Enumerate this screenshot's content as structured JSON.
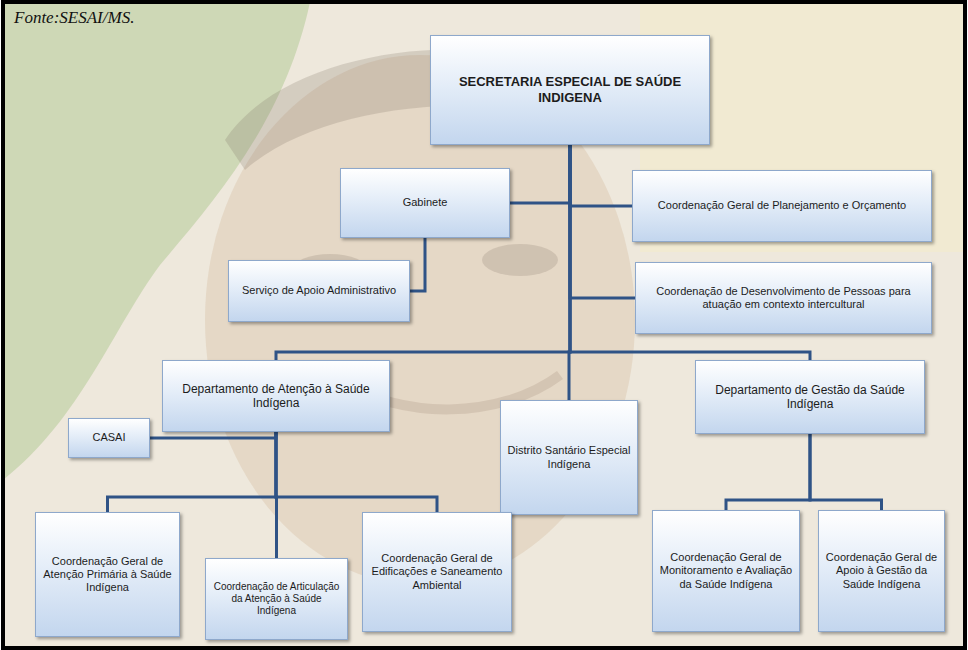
{
  "diagram": {
    "nodes": [
      {
        "text": [
          "SECRETARIA ESPECIAL DE SAÚDE INDIGENA"
        ]
      },
      {
        "text": [
          "Gabinete"
        ]
      },
      {
        "text": [
          "Coordenação Geral de Planejamento e Orçamento"
        ]
      },
      {
        "text": [
          "Serviço de Apoio Administrativo"
        ]
      },
      {
        "text": [
          "Coordenação de Desenvolvimento de Pessoas para atuação em contexto intercultural"
        ]
      },
      {
        "text": [
          "Departamento de Atenção à Saúde Indígena"
        ]
      },
      {
        "text": [
          "Distrito Santário Especial Indígena"
        ]
      },
      {
        "text": [
          "Departamento de Gestão da Saúde Indígena"
        ]
      },
      {
        "text": [
          "CASAI"
        ]
      },
      {
        "text": [
          "Coordenação Geral de Atenção Primária à Saúde Indígena"
        ]
      },
      {
        "text": [
          "Coordenação de Articulação da Atenção à Saúde Indígena"
        ]
      },
      {
        "text": [
          "Coordenação Geral de Edificações e Saneamento Ambiental"
        ]
      },
      {
        "text": [
          "Coordenação Geral de Monitoramento e Avaliação da Saúde Indígena"
        ]
      },
      {
        "text": [
          "Coordenação Geral de Apoio à Gestão da Saúde Indígena"
        ]
      }
    ],
    "edges": [
      {
        "from": 0,
        "to": 1,
        "arrow": "none"
      },
      {
        "from": 0,
        "to": 2,
        "arrow": "none"
      },
      {
        "from": 1,
        "to": 3,
        "arrow": "none"
      },
      {
        "from": 0,
        "to": 4,
        "arrow": "none"
      },
      {
        "from": 0,
        "to": 5,
        "arrow": "none"
      },
      {
        "from": 0,
        "to": 6,
        "arrow": "none"
      },
      {
        "from": 0,
        "to": 7,
        "arrow": "none"
      },
      {
        "from": 5,
        "to": 8,
        "arrow": "none"
      },
      {
        "from": 5,
        "to": 9,
        "arrow": "none"
      },
      {
        "from": 5,
        "to": 10,
        "arrow": "none"
      },
      {
        "from": 5,
        "to": 11,
        "arrow": "none"
      },
      {
        "from": 7,
        "to": 12,
        "arrow": "none"
      },
      {
        "from": 7,
        "to": 13,
        "arrow": "none"
      }
    ],
    "labels": [
      "Fonte:SESAI/MS."
    ]
  }
}
